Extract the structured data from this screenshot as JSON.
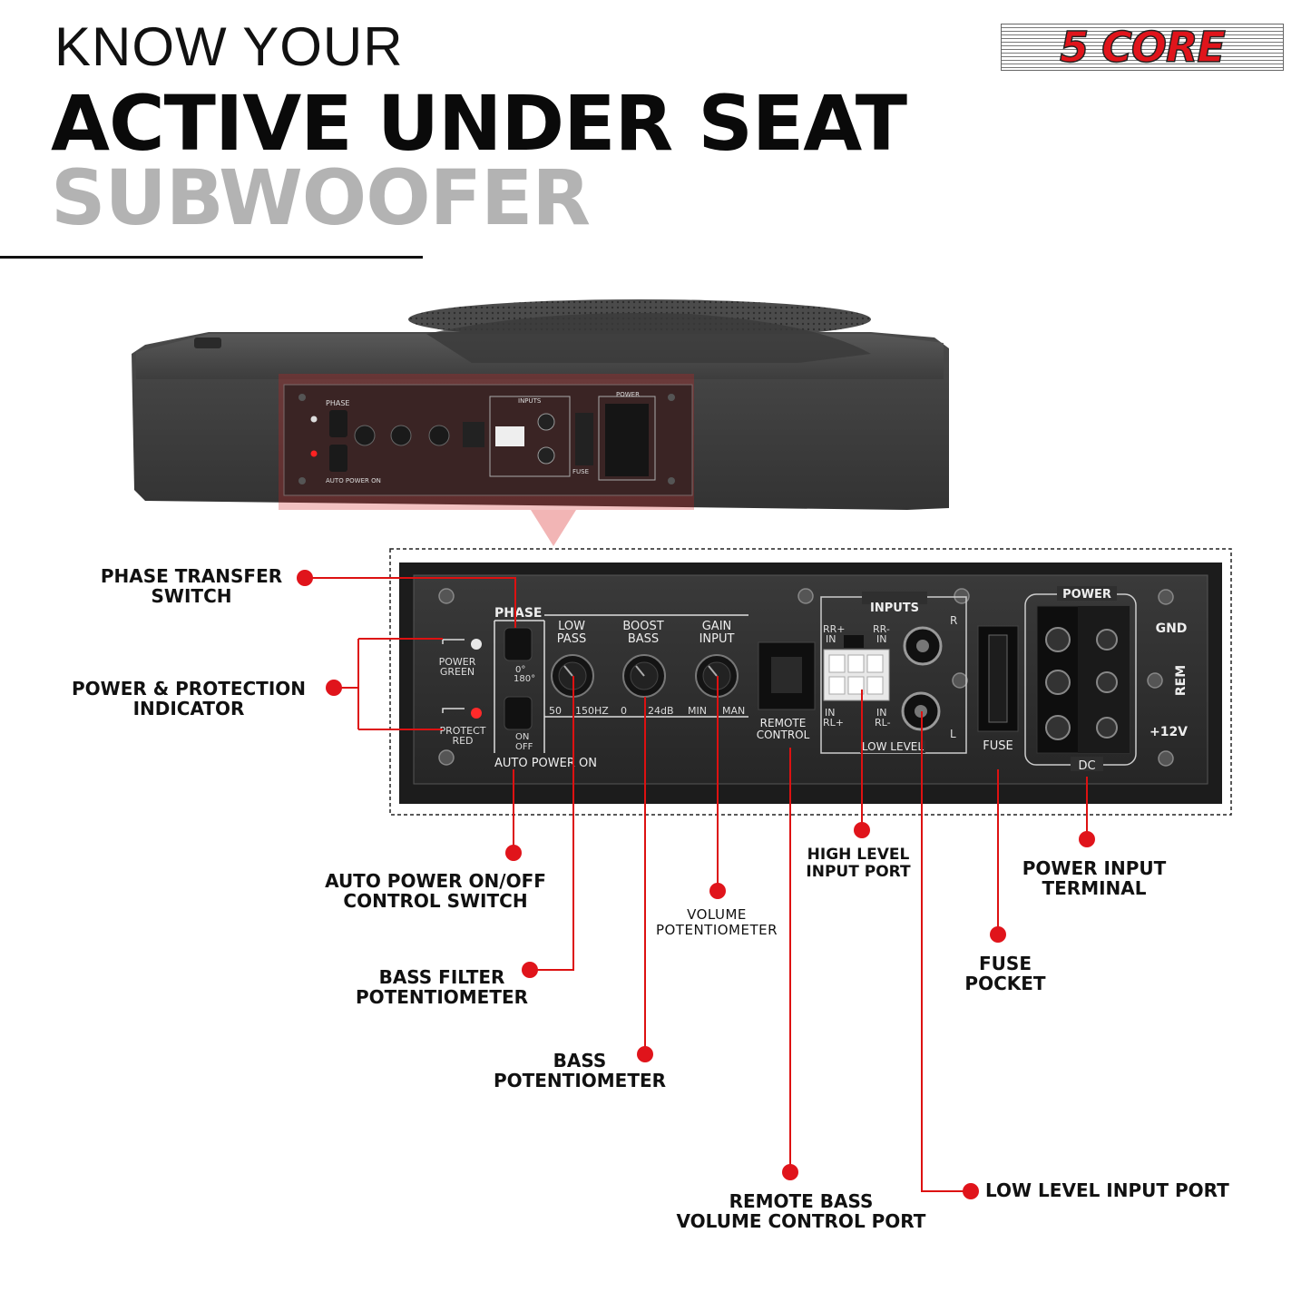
{
  "header": {
    "line1": "KNOW YOUR",
    "line2": "ACTIVE UNDER SEAT",
    "line3": "SUBWOOFER"
  },
  "logo": {
    "text": "5 CORE"
  },
  "colors": {
    "accent_red": "#e0141b",
    "panel": "#2b2b2b",
    "title_gray": "#b3b3b3"
  },
  "panel": {
    "phase": "PHASE",
    "phase_0": "0°",
    "phase_180": "180°",
    "power_green_1": "POWER",
    "power_green_2": "GREEN",
    "protect_red_1": "PROTECT",
    "protect_red_2": "RED",
    "on": "ON",
    "off": "OFF",
    "auto_power_on": "AUTO POWER ON",
    "low_pass_1": "LOW",
    "low_pass_2": "PASS",
    "boost_bass_1": "BOOST",
    "boost_bass_2": "BASS",
    "gain_input_1": "GAIN",
    "gain_input_2": "INPUT",
    "lp_min": "50",
    "lp_max": "150HZ",
    "bb_min": "0",
    "bb_max": "24dB",
    "gi_min": "MIN",
    "gi_max": "MAN",
    "remote_1": "REMOTE",
    "remote_2": "CONTROL",
    "inputs": "INPUTS",
    "rr_plus_1": "RR+",
    "rr_plus_2": "IN",
    "rr_minus_1": "RR-",
    "rr_minus_2": "IN",
    "in_rl_plus_1": "IN",
    "in_rl_plus_2": "RL+",
    "in_rl_minus_1": "IN",
    "in_rl_minus_2": "RL-",
    "r": "R",
    "l": "L",
    "low_level": "LOW LEVEL",
    "fuse": "FUSE",
    "power": "POWER",
    "gnd": "GND",
    "rem": "REM",
    "plus12v": "+12V",
    "dc": "DC"
  },
  "callouts": {
    "phase_switch": [
      "PHASE TRANSFER",
      "SWITCH"
    ],
    "power_indicator": [
      "POWER & PROTECTION",
      "INDICATOR"
    ],
    "auto_power": [
      "AUTO POWER ON/OFF",
      "CONTROL SWITCH"
    ],
    "bass_filter": [
      "BASS FILTER",
      "POTENTIOMETER"
    ],
    "bass_pot": [
      "BASS",
      "POTENTIOMETER"
    ],
    "volume_pot": [
      "VOLUME",
      "POTENTIOMETER"
    ],
    "high_level": [
      "HIGH LEVEL",
      "INPUT PORT"
    ],
    "power_input": [
      "POWER INPUT",
      "TERMINAL"
    ],
    "fuse_pocket": [
      "FUSE",
      "POCKET"
    ],
    "remote_bass": [
      "REMOTE BASS",
      "VOLUME CONTROL PORT"
    ],
    "low_level_port": "LOW LEVEL INPUT PORT"
  }
}
